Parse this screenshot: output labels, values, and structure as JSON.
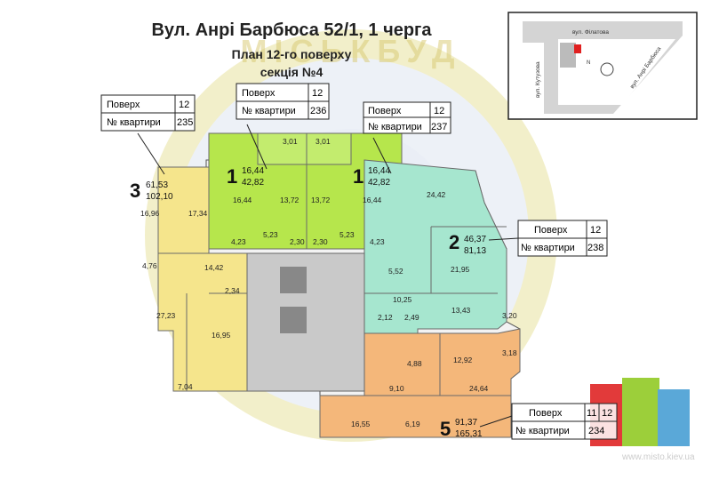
{
  "header": {
    "title": "Вул. Анрі Барбюса 52/1, 1 черга",
    "subtitle": "План 12-го поверху",
    "section": "секція №4"
  },
  "legend_labels": {
    "floor": "Поверх",
    "apartment_no": "№ квартири"
  },
  "callouts": [
    {
      "floor": "12",
      "number": "235"
    },
    {
      "floor": "12",
      "number": "236"
    },
    {
      "floor": "12",
      "number": "237"
    },
    {
      "floor": "12",
      "number": "238"
    },
    {
      "floor": "11",
      "floor2": "12",
      "number": "234"
    }
  ],
  "apartments": [
    {
      "rooms": "3",
      "living": "61,53",
      "total": "102,10",
      "color": "#f5e58c"
    },
    {
      "rooms": "1",
      "living": "16,44",
      "total": "42,82",
      "color": "#8fdc3c"
    },
    {
      "rooms": "1",
      "living": "16,44",
      "total": "42,82",
      "color": "#8fdc3c"
    },
    {
      "rooms": "2",
      "living": "46,37",
      "total": "81,13",
      "color": "#a6e6cf"
    },
    {
      "rooms": "5",
      "living": "91,37",
      "total": "165,31",
      "color": "#f4b77a"
    }
  ],
  "room_areas": {
    "a3": [
      "16,96",
      "17,34",
      "4,76",
      "14,42",
      "2,34",
      "27,23",
      "16,95",
      "7,04"
    ],
    "a1l": [
      "3,01",
      "16,44",
      "13,72",
      "4,23",
      "5,23",
      "2,30"
    ],
    "a1r": [
      "3,01",
      "13,72",
      "16,44",
      "4,23",
      "5,23",
      "2,30"
    ],
    "a2": [
      "24,42",
      "5,52",
      "10,25",
      "21,95",
      "2,12",
      "2,49",
      "13,43",
      "3,20"
    ],
    "a5": [
      "4,88",
      "12,92",
      "3,18",
      "9,10",
      "24,64",
      "16,55",
      "6,19"
    ]
  },
  "map": {
    "street1": "вул. Філатова",
    "street2": "вул. Кутузова",
    "street3": "вул. Анрі Барбюса",
    "north": "N"
  },
  "watermark_text": "МІСЬКБУД",
  "footer_text": "www.misto.kiev.ua"
}
